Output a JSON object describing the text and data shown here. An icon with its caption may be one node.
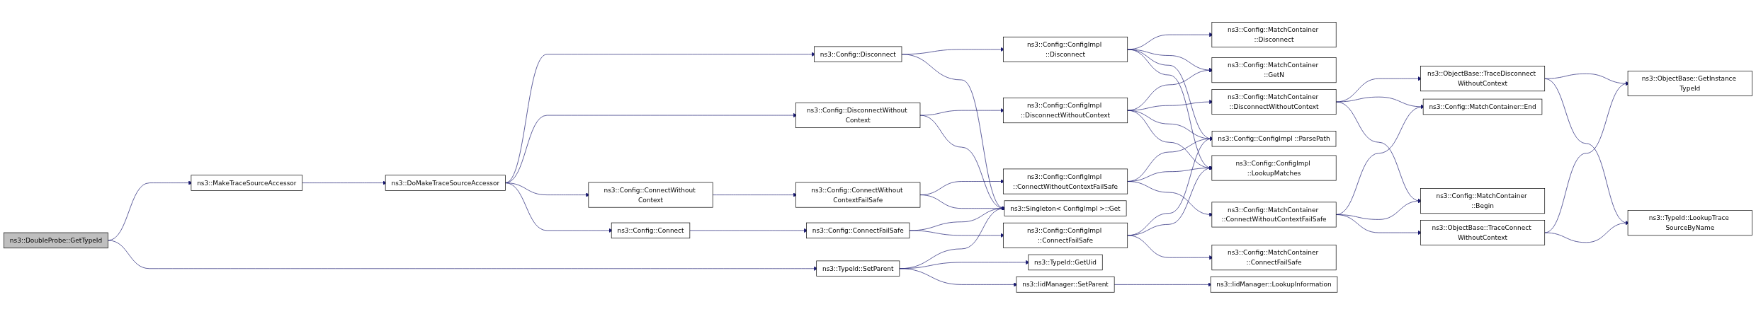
{
  "diagram": {
    "nodes": [
      {
        "text": [
          "ns3::DoubleProbe::GetTypeId"
        ]
      },
      {
        "text": [
          "ns3::MakeTraceSourceAccessor"
        ]
      },
      {
        "text": [
          "ns3::TypeId::SetParent"
        ]
      },
      {
        "text": [
          "ns3::DoMakeTraceSourceAccessor"
        ]
      },
      {
        "text": [
          "ns3::TypeId::GetUid"
        ]
      },
      {
        "text": [
          "ns3::IidManager::SetParent"
        ]
      },
      {
        "text": [
          "ns3::Config::Disconnect"
        ]
      },
      {
        "text": [
          "ns3::Config::DisconnectWithout Context"
        ]
      },
      {
        "text": [
          "ns3::Config::ConnectWithout Context"
        ]
      },
      {
        "text": [
          "ns3::Config::Connect"
        ]
      },
      {
        "text": [
          "ns3::IidManager::LookupInformation"
        ]
      },
      {
        "text": [
          "ns3::Config::ConnectWithout ContextFailSafe"
        ]
      },
      {
        "text": [
          "ns3::Config::ConnectFailSafe"
        ]
      },
      {
        "text": [
          "ns3::Config::ConfigImpl ::Disconnect"
        ]
      },
      {
        "text": [
          "ns3::Config::ConfigImpl ::DisconnectWithoutContext"
        ]
      },
      {
        "text": [
          "ns3::Config::ConfigImpl ::ConnectWithoutContextFailSafe"
        ]
      },
      {
        "text": [
          "ns3::Singleton< ConfigImpl >::Get"
        ]
      },
      {
        "text": [
          "ns3::Config::ConfigImpl ::ConnectFailSafe"
        ]
      },
      {
        "text": [
          "ns3::Config::MatchContainer ::Disconnect"
        ]
      },
      {
        "text": [
          "ns3::Config::MatchContainer ::GetN"
        ]
      },
      {
        "text": [
          "ns3::Config::MatchContainer ::DisconnectWithoutContext"
        ]
      },
      {
        "text": [
          "ns3::Config::ConfigImpl ::ParsePath"
        ]
      },
      {
        "text": [
          "ns3::Config::ConfigImpl ::LookupMatches"
        ]
      },
      {
        "text": [
          "ns3::Config::MatchContainer ::ConnectWithoutContextFailSafe"
        ]
      },
      {
        "text": [
          "ns3::Config::MatchContainer ::ConnectFailSafe"
        ]
      },
      {
        "text": [
          "ns3::ObjectBase::TraceDisconnect WithoutContext"
        ]
      },
      {
        "text": [
          "ns3::Config::MatchContainer::End"
        ]
      },
      {
        "text": [
          "ns3::Config::MatchContainer ::Begin"
        ]
      },
      {
        "text": [
          "ns3::ObjectBase::TraceConnect WithoutContext"
        ]
      },
      {
        "text": [
          "ns3::ObjectBase::GetInstance TypeId"
        ]
      },
      {
        "text": [
          "ns3::TypeId::LookupTrace SourceByName"
        ]
      }
    ],
    "edges": [
      {
        "from": 0,
        "to": 1,
        "arrow": "to"
      },
      {
        "from": 0,
        "to": 2,
        "arrow": "to"
      },
      {
        "from": 1,
        "to": 3,
        "arrow": "to"
      },
      {
        "from": 2,
        "to": 16,
        "arrow": "to"
      },
      {
        "from": 2,
        "to": 4,
        "arrow": "to"
      },
      {
        "from": 2,
        "to": 5,
        "arrow": "to"
      },
      {
        "from": 3,
        "to": 6,
        "arrow": "to"
      },
      {
        "from": 3,
        "to": 7,
        "arrow": "to"
      },
      {
        "from": 3,
        "to": 8,
        "arrow": "to"
      },
      {
        "from": 3,
        "to": 9,
        "arrow": "to"
      },
      {
        "from": 5,
        "to": 10,
        "arrow": "to"
      },
      {
        "from": 6,
        "to": 13,
        "arrow": "to"
      },
      {
        "from": 6,
        "to": 16,
        "arrow": "to"
      },
      {
        "from": 7,
        "to": 14,
        "arrow": "to"
      },
      {
        "from": 7,
        "to": 16,
        "arrow": "to"
      },
      {
        "from": 8,
        "to": 11,
        "arrow": "to"
      },
      {
        "from": 9,
        "to": 12,
        "arrow": "to"
      },
      {
        "from": 11,
        "to": 15,
        "arrow": "to"
      },
      {
        "from": 11,
        "to": 16,
        "arrow": "to"
      },
      {
        "from": 12,
        "to": 16,
        "arrow": "to"
      },
      {
        "from": 12,
        "to": 17,
        "arrow": "to"
      },
      {
        "from": 13,
        "to": 18,
        "arrow": "to"
      },
      {
        "from": 13,
        "to": 19,
        "arrow": "to"
      },
      {
        "from": 13,
        "to": 21,
        "arrow": "to"
      },
      {
        "from": 13,
        "to": 22,
        "arrow": "to"
      },
      {
        "from": 14,
        "to": 19,
        "arrow": "to"
      },
      {
        "from": 14,
        "to": 20,
        "arrow": "to"
      },
      {
        "from": 14,
        "to": 21,
        "arrow": "to"
      },
      {
        "from": 14,
        "to": 22,
        "arrow": "to"
      },
      {
        "from": 15,
        "to": 21,
        "arrow": "to"
      },
      {
        "from": 15,
        "to": 22,
        "arrow": "to"
      },
      {
        "from": 15,
        "to": 23,
        "arrow": "to"
      },
      {
        "from": 17,
        "to": 21,
        "arrow": "to"
      },
      {
        "from": 17,
        "to": 22,
        "arrow": "to"
      },
      {
        "from": 17,
        "to": 24,
        "arrow": "to"
      },
      {
        "from": 20,
        "to": 25,
        "arrow": "to"
      },
      {
        "from": 20,
        "to": 26,
        "arrow": "to"
      },
      {
        "from": 20,
        "to": 27,
        "arrow": "to"
      },
      {
        "from": 23,
        "to": 26,
        "arrow": "to"
      },
      {
        "from": 23,
        "to": 27,
        "arrow": "to"
      },
      {
        "from": 23,
        "to": 28,
        "arrow": "to"
      },
      {
        "from": 25,
        "to": 29,
        "arrow": "to"
      },
      {
        "from": 25,
        "to": 30,
        "arrow": "to"
      },
      {
        "from": 28,
        "to": 29,
        "arrow": "to"
      },
      {
        "from": 28,
        "to": 30,
        "arrow": "to"
      }
    ]
  }
}
